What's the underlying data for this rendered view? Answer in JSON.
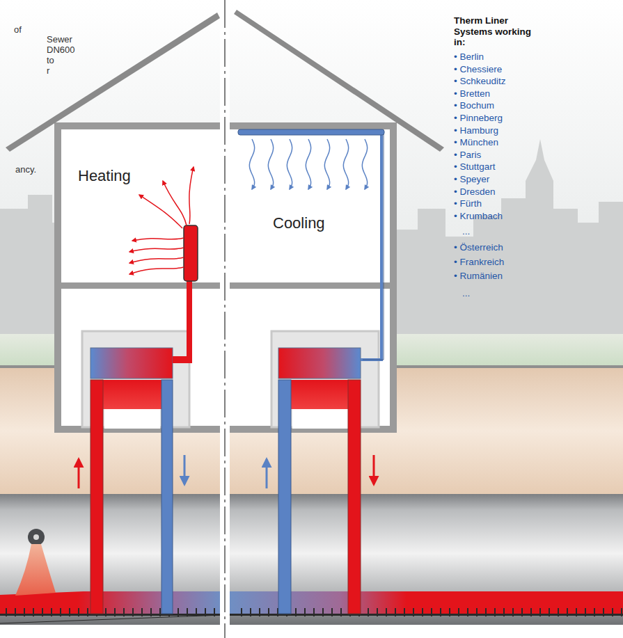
{
  "diagram": {
    "labels": [
      "of",
      "Sewer",
      "DN600",
      "to",
      "r",
      "ancy.",
      "Heating",
      "Cooling",
      "Therm Liner Systems working in:",
      "• Berlin",
      "• Chessiere",
      "• Schkeuditz",
      "• Bretten",
      "• Bochum",
      "• Pinneberg",
      "• Hamburg",
      "• München",
      "• Paris",
      "• Stuttgart",
      "• Speyer",
      "• Dresden",
      "• Fürth",
      "• Krumbach",
      "...",
      "• Österreich",
      "• Frankreich",
      "• Rumänien",
      "..."
    ]
  }
}
